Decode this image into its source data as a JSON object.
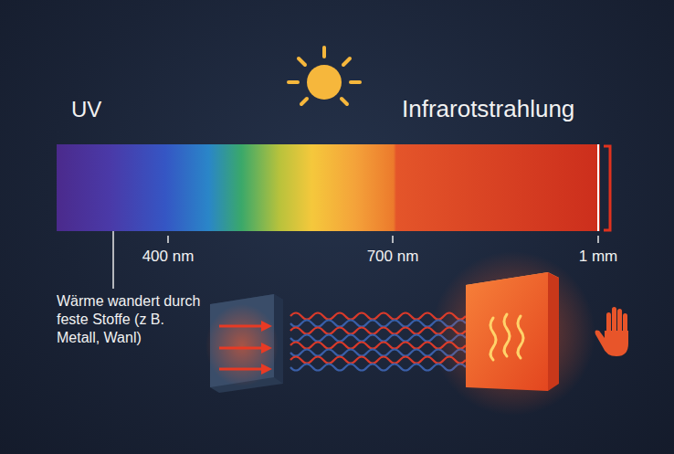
{
  "diagram": {
    "labels": [
      "UV",
      "Infrarotstrahlung",
      "400 nm",
      "700 nm",
      "1 mm",
      "Wärme wandert durch feste Stoffe (z B. Metall, Wanl)"
    ]
  }
}
